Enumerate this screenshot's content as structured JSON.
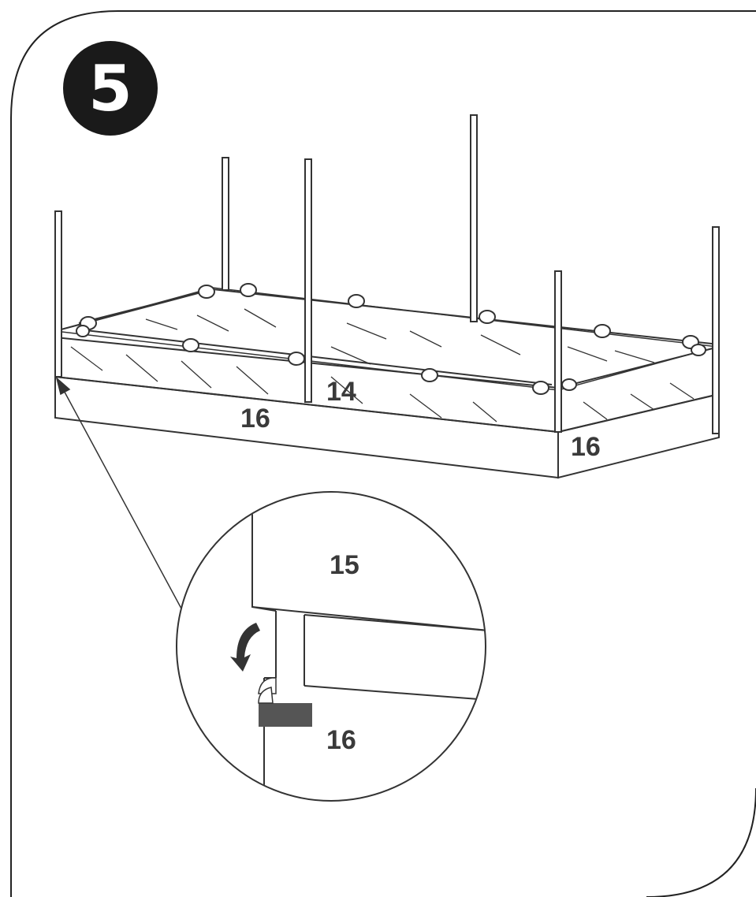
{
  "step": {
    "number": "5"
  },
  "parts": {
    "mesh_label": "14",
    "front_board_label": "16",
    "side_board_label": "16",
    "detail_top_label": "15",
    "detail_bottom_label": "16"
  },
  "colors": {
    "line": "#333333",
    "step_badge": "#1a1a1a",
    "velcro_strap": "#555555",
    "background": "#ffffff"
  }
}
